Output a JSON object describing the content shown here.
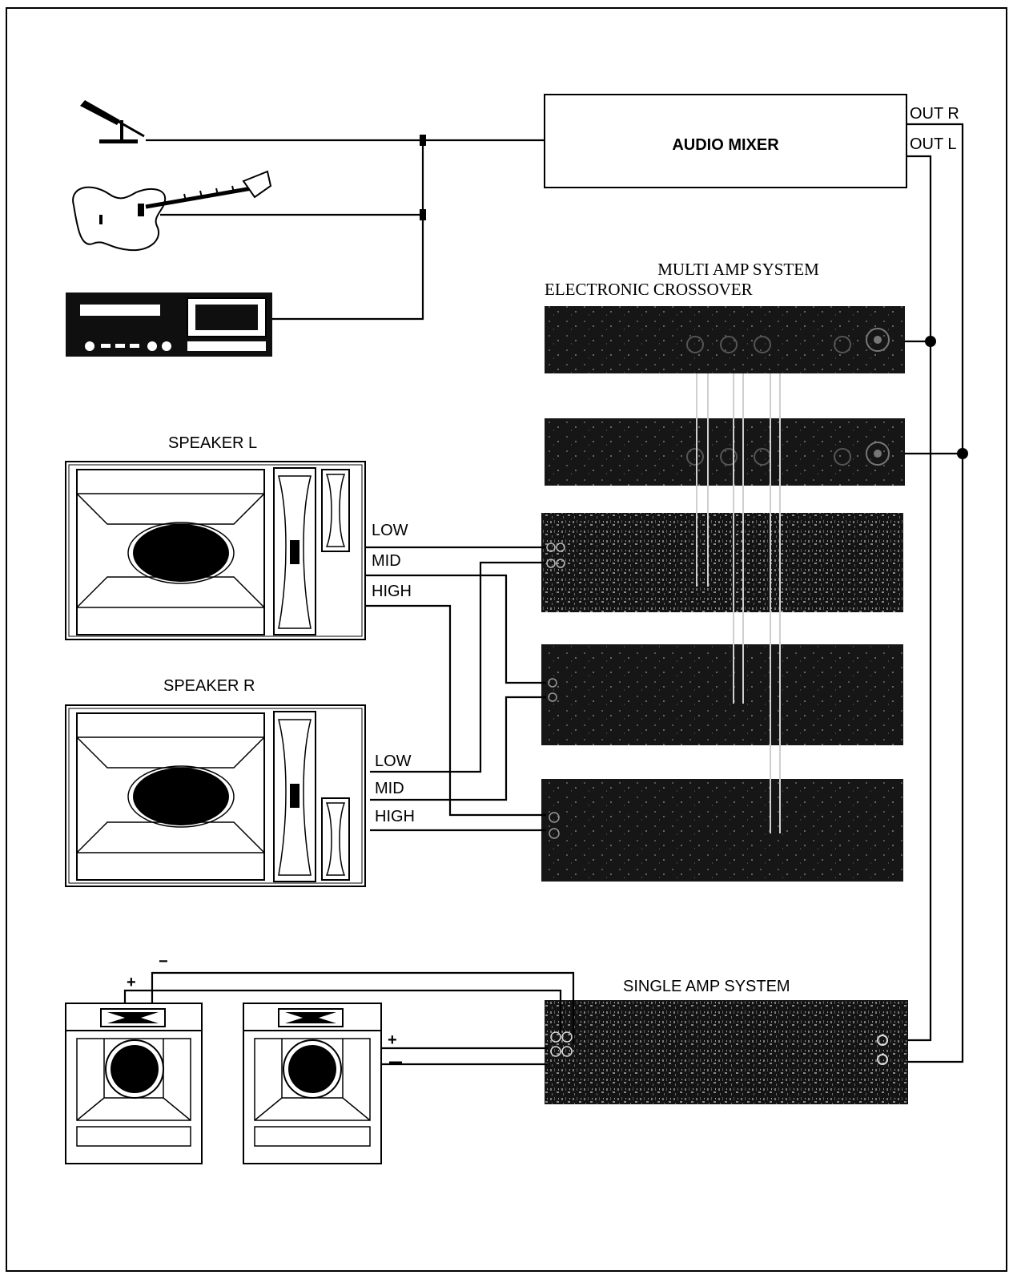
{
  "labels": {
    "audio_mixer": "AUDIO MIXER",
    "out_r": "OUT R",
    "out_l": "OUT L",
    "multi_amp_system": "MULTI AMP SYSTEM",
    "electronic_crossover": "ELECTRONIC CROSSOVER",
    "speaker_l": "SPEAKER L",
    "speaker_r": "SPEAKER R",
    "low": "LOW",
    "mid": "MID",
    "high": "HIGH",
    "single_amp_system": "SINGLE AMP SYSTEM",
    "plus": "+",
    "minus": "−"
  },
  "colors": {
    "ink": "#000000",
    "paper": "#ffffff",
    "panel": "#141414",
    "panel_detail": "#6a6a6a"
  },
  "icons": [
    "microphone-icon",
    "guitar-icon",
    "cassette-deck-icon",
    "crossover-unit-icon",
    "power-amplifier-icon",
    "three-way-speaker-icon",
    "two-way-speaker-icon"
  ]
}
